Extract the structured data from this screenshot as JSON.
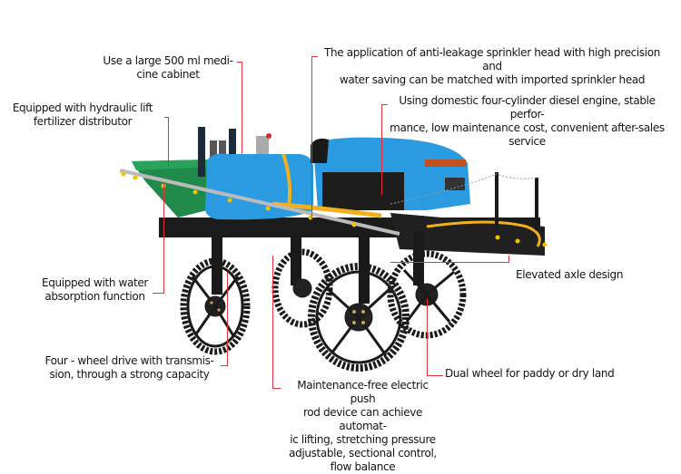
{
  "diagram": {
    "subject": "High-clearance self-propelled boom sprayer",
    "colors": {
      "leader_line": "#e4323a",
      "cabin_blue": "#2a9be0",
      "spreader_green": "#1f8a4a",
      "hose_yellow": "#f2b01e",
      "frame_black": "#1a1a1a"
    },
    "callouts": [
      {
        "id": "medicine-cabinet",
        "text": "Use a large 500 ml medi-\ncine cabinet"
      },
      {
        "id": "sprinkler-head",
        "text": "The application of anti-leakage sprinkler head with high precision and\nwater saving can be matched with imported sprinkler head"
      },
      {
        "id": "diesel-engine",
        "text": "Using domestic four-cylinder diesel engine, stable perfor-\nmance, low maintenance cost, convenient after-sales\nservice"
      },
      {
        "id": "fertilizer-distributor",
        "text": "Equipped with hydraulic lift\nfertilizer distributor"
      },
      {
        "id": "water-absorption",
        "text": "Equipped with water\nabsorption function"
      },
      {
        "id": "elevated-axle",
        "text": "Elevated axle design"
      },
      {
        "id": "four-wheel-drive",
        "text": "Four - wheel drive with transmis-\nsion, through a strong capacity"
      },
      {
        "id": "dual-wheel",
        "text": "Dual wheel for paddy or dry land"
      },
      {
        "id": "electric-push-rod",
        "text": "Maintenance-free electric push\nrod device can achieve automat-\nic lifting, stretching pressure\nadjustable, sectional control,\nflow balance"
      }
    ]
  }
}
